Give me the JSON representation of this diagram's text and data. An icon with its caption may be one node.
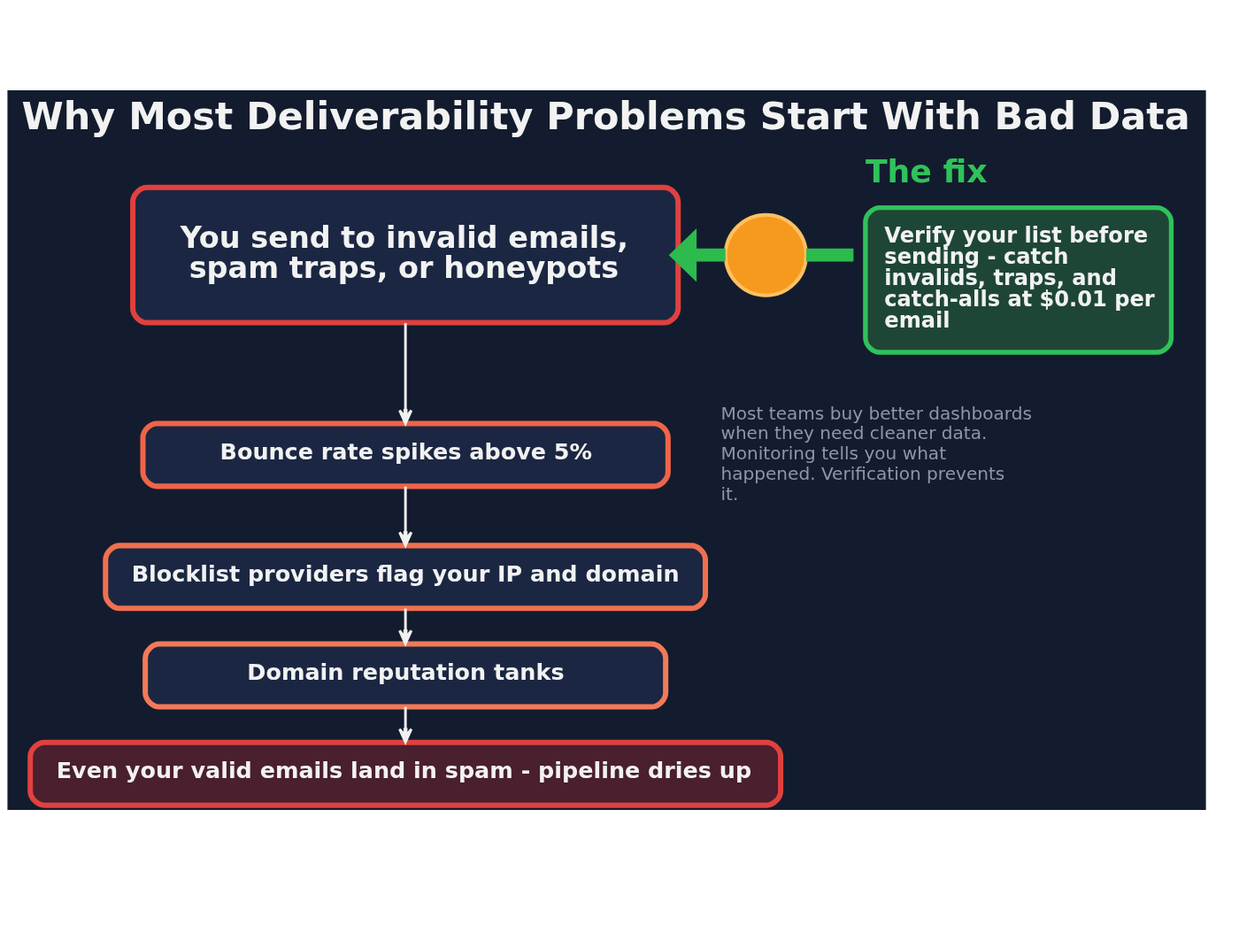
{
  "diagram": {
    "title": "Why Most Deliverability Problems Start With Bad Data",
    "nodes": [
      {
        "text": [
          "You send to invalid emails, spam traps, or honeypots"
        ]
      },
      {
        "text": [
          "Bounce rate spikes above 5%"
        ]
      },
      {
        "text": [
          "Blocklist providers flag your IP and domain"
        ]
      },
      {
        "text": [
          "Domain reputation tanks"
        ]
      },
      {
        "text": [
          "Even your valid emails land in spam - pipeline dries up"
        ]
      },
      {
        "text": [
          "The fix",
          "Verify your list before sending - catch invalids, traps, and catch-alls at $0.01 per email"
        ]
      },
      {
        "text": [],
        "shape": "circle"
      }
    ],
    "edges": [
      {
        "from": 0,
        "to": 1,
        "arrow": "to"
      },
      {
        "from": 1,
        "to": 2,
        "arrow": "to"
      },
      {
        "from": 2,
        "to": 3,
        "arrow": "to"
      },
      {
        "from": 3,
        "to": 4,
        "arrow": "to"
      },
      {
        "from": 5,
        "to": 6,
        "arrow": "none",
        "style": "thick",
        "color": "#2dbb4e"
      },
      {
        "from": 6,
        "to": 0,
        "arrow": "to",
        "style": "thick",
        "color": "#2dbb4e"
      }
    ],
    "labels": [
      "Most teams buy better dashboards when they need cleaner data. Monitoring tells you what happened. Verification prevents it."
    ]
  }
}
